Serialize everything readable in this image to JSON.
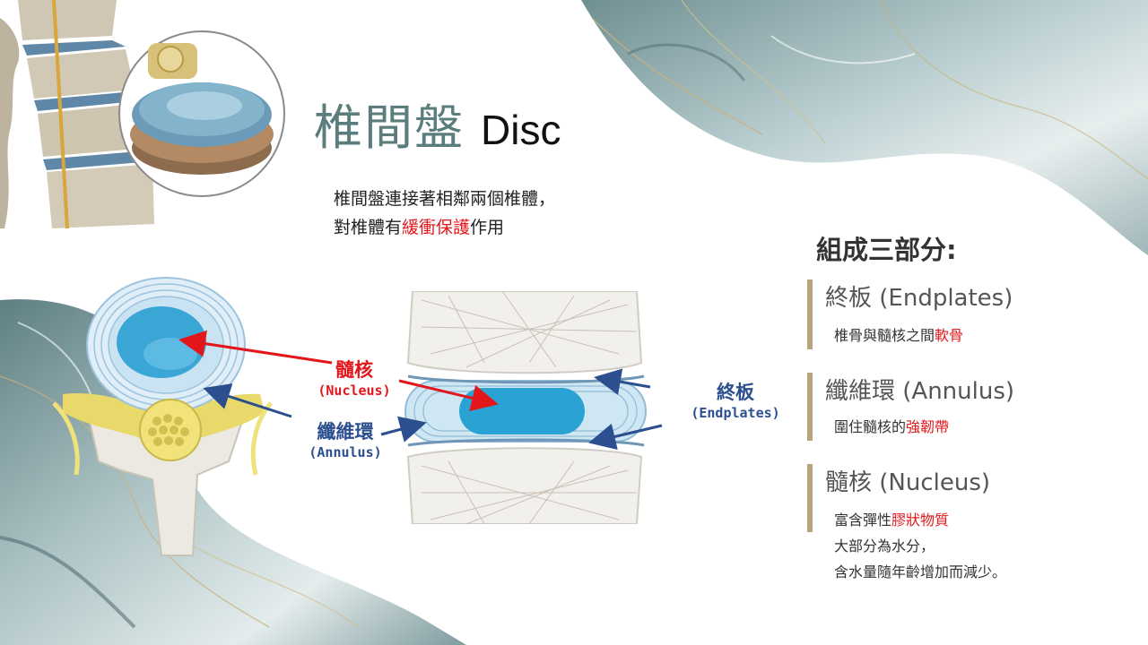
{
  "title": {
    "zh": "椎間盤",
    "en": "Disc"
  },
  "intro": {
    "line1": "椎間盤連接著相鄰兩個椎體，",
    "line2_pre": "對椎體有",
    "line2_highlight": "緩衝保護",
    "line2_post": "作用"
  },
  "diagram": {
    "nucleus": {
      "zh": "髓核",
      "en": "(Nucleus)"
    },
    "annulus": {
      "zh": "纖維環",
      "en": "(Annulus)"
    },
    "endplates": {
      "zh": "終板",
      "en": "(Endplates)"
    }
  },
  "composition": {
    "heading": "組成三部分:",
    "parts": [
      {
        "name": "終板 (Endplates)",
        "desc_plain": "椎骨與髓核之間",
        "desc_red": "軟骨"
      },
      {
        "name": "纖維環 (Annulus)",
        "desc_plain": "圍住髓核的",
        "desc_red": "強韌帶"
      },
      {
        "name": "髓核 (Nucleus)",
        "desc_plain": "富含彈性",
        "desc_red": "膠狀物質",
        "extra1": "大部分為水分，",
        "extra2": "含水量隨年齡增加而減少。"
      }
    ]
  },
  "colors": {
    "title": "#5b7d7d",
    "highlight": "#e3171b",
    "accent_bar": "#b7a57c",
    "nucleus_arrow": "#e3171b",
    "annulus_arrow": "#2c4f8f"
  }
}
